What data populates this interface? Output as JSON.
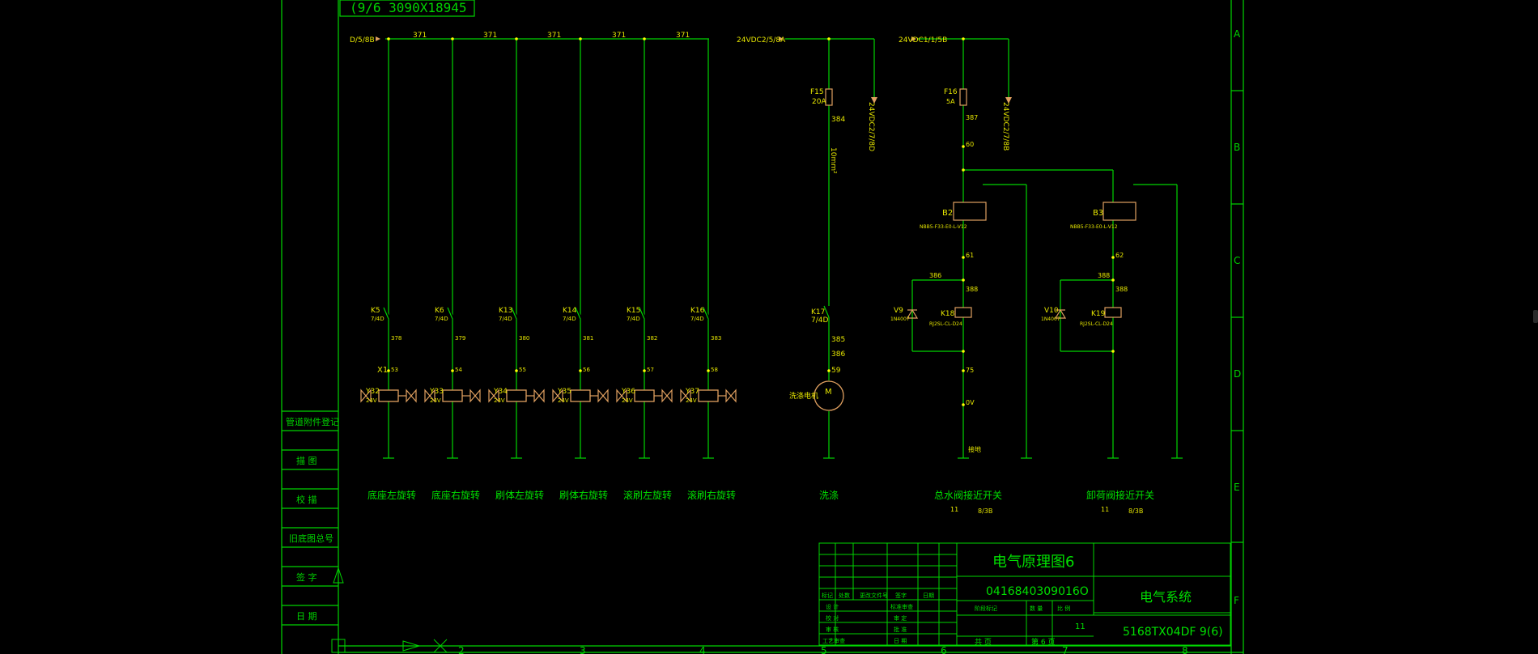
{
  "colors": {
    "background": "#000000",
    "frame": "#00d400",
    "wire": "#00d400",
    "component": "#e0a060",
    "text_yellow": "#e6e600",
    "text_green": "#00e000",
    "node": "#ffff00"
  },
  "drawing": {
    "top_code": "(9/6 3090X18945",
    "row_labels": [
      "A",
      "B",
      "C",
      "D",
      "E",
      "F"
    ],
    "col_numbers": [
      "2",
      "3",
      "4",
      "5",
      "6",
      "7",
      "8"
    ],
    "left_panel": [
      "管道附件登记",
      "描 图",
      "校 描",
      "旧底图总号",
      "签 字",
      "日 期"
    ],
    "supply_main": "D/5/8B",
    "supply_24a": "24VDC2/5/8A",
    "supply_24b": "24VDC1/1/5B",
    "offpage_a": "24VDC2/7/8D",
    "offpage_b": "24VDC2/7/8B",
    "main_bus_wire": "371",
    "valve_circuits": [
      {
        "relay": "K5",
        "contact": "7/4D",
        "coil": "Y32",
        "voltage": "24V",
        "wire": "378",
        "terminal": "53",
        "label": "底座左旋转",
        "extra": "X1"
      },
      {
        "relay": "K6",
        "contact": "7/4D",
        "coil": "Y33",
        "voltage": "24V",
        "wire": "379",
        "terminal": "54",
        "label": "底座右旋转",
        "extra": ""
      },
      {
        "relay": "K13",
        "contact": "7/4D",
        "coil": "Y34",
        "voltage": "24V",
        "wire": "380",
        "terminal": "55",
        "label": "刷体左旋转",
        "extra": ""
      },
      {
        "relay": "K14",
        "contact": "7/4D",
        "coil": "Y35",
        "voltage": "24V",
        "wire": "381",
        "terminal": "56",
        "label": "刷体右旋转",
        "extra": ""
      },
      {
        "relay": "K15",
        "contact": "7/4D",
        "coil": "Y36",
        "voltage": "24V",
        "wire": "382",
        "terminal": "57",
        "label": "滚刷左旋转",
        "extra": ""
      },
      {
        "relay": "K16",
        "contact": "7/4D",
        "coil": "Y37",
        "voltage": "24V",
        "wire": "383",
        "terminal": "58",
        "label": "滚刷右旋转",
        "extra": ""
      }
    ],
    "motor_circuit": {
      "fuse": "F15",
      "fuse_rating": "20A",
      "wire_a": "384",
      "cable": "10mm²",
      "relay": "K17",
      "contact": "7/4D",
      "wire_b": "385",
      "wire_c": "386",
      "terminal": "59",
      "motor": "M",
      "motor_name": "洗涤电机",
      "label": "洗涤"
    },
    "switch_circuits": [
      {
        "fuse": "F16",
        "fuse_rating": "5A",
        "wire": "387",
        "node": "60",
        "sensor": "B2",
        "sensor_model": "NBB5-F33-E0-L-V12",
        "wire_out": "61",
        "wire_c": "386",
        "wire_d": "388",
        "diode": "V9",
        "diode_model": "1N4007",
        "relay": "K18",
        "relay_model": "RJ2SL-CL-D24",
        "wire_e": "75",
        "wire_f": "0V",
        "ground": "接地",
        "label": "总水阀接近开关",
        "note_left": "11",
        "note_right": "8/3B"
      },
      {
        "fuse": "",
        "fuse_rating": "",
        "wire": "",
        "node": "",
        "sensor": "B3",
        "sensor_model": "NBB5-F33-E0-L-V12",
        "wire_out": "62",
        "wire_c": "388",
        "wire_d": "388",
        "diode": "V10",
        "diode_model": "1N4007",
        "relay": "K19",
        "relay_model": "RJ2SL-CL-D24",
        "wire_e": "",
        "wire_f": "",
        "ground": "",
        "label": "卸荷阀接近开关",
        "note_left": "11",
        "note_right": "8/3B"
      }
    ],
    "title_block": {
      "title": "电气原理图6",
      "code": "0416840309016O",
      "system": "电气系统",
      "doc_no": "5168TX04DF 9(6)",
      "sheet_total": "11",
      "sheet_label": "共 页",
      "sheet_no": "第 6 页",
      "headers": [
        "标记",
        "处数",
        "更改文件号",
        "签字",
        "日期"
      ],
      "roles": [
        "设 计",
        "校 对",
        "审 核",
        "工艺审查"
      ],
      "roles2": [
        "标准审查",
        "审 定",
        "批 准",
        "日 期"
      ],
      "stage": [
        "阶段标记",
        "数 量",
        "比 例"
      ]
    }
  }
}
